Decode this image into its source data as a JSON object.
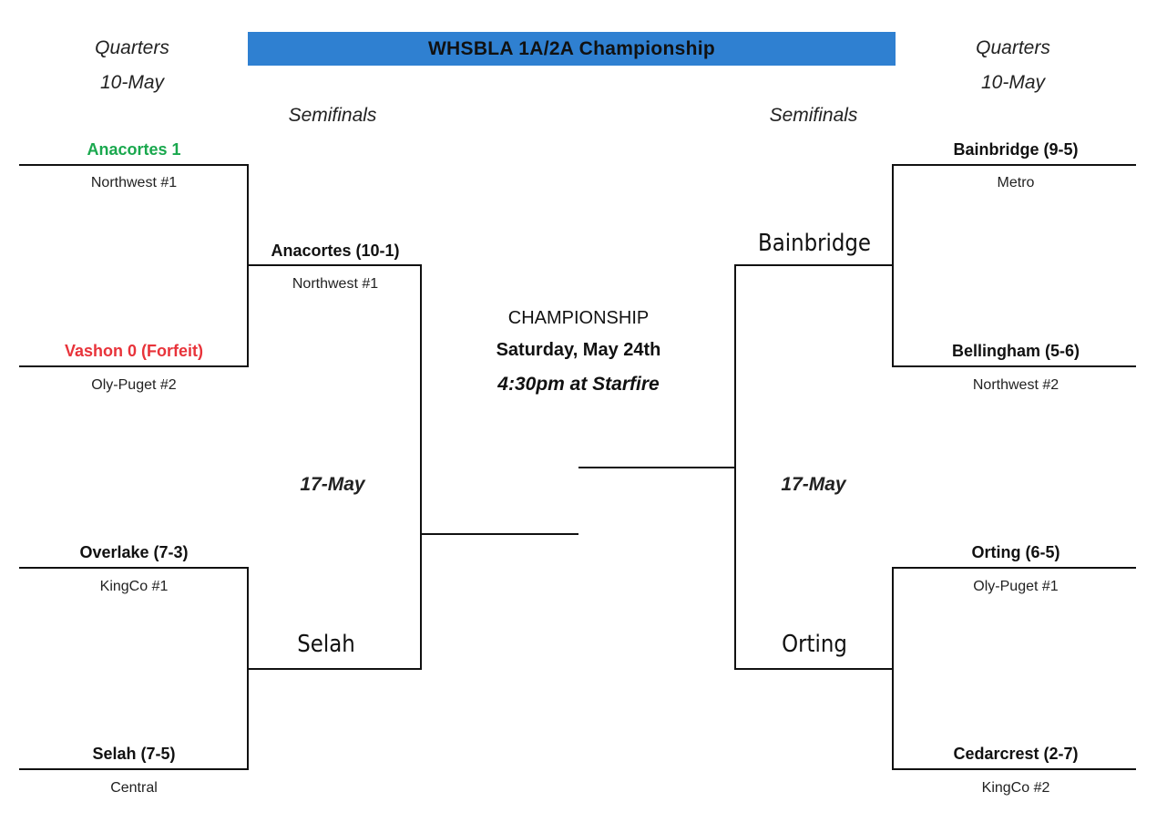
{
  "title": "WHSBLA 1A/2A Championship",
  "colors": {
    "title_bar": "#2f80d1",
    "winner": "#1aa84e",
    "loser": "#e8333a"
  },
  "headers": {
    "left_quarters": "Quarters",
    "left_quarters_date": "10-May",
    "right_quarters": "Quarters",
    "right_quarters_date": "10-May",
    "left_semis": "Semifinals",
    "right_semis": "Semifinals",
    "left_semis_date": "17-May",
    "right_semis_date": "17-May"
  },
  "championship": {
    "label": "CHAMPIONSHIP",
    "date": "Saturday, May 24th",
    "time_place": "4:30pm at Starfire"
  },
  "left": {
    "q1": {
      "team": "Anacortes 1",
      "sub": "Northwest #1"
    },
    "q2": {
      "team": "Vashon 0 (Forfeit)",
      "sub": "Oly-Puget #2"
    },
    "q3": {
      "team": "Overlake (7-3)",
      "sub": "KingCo #1"
    },
    "q4": {
      "team": "Selah (7-5)",
      "sub": "Central"
    },
    "s1": {
      "team": "Anacortes (10-1)",
      "sub": "Northwest #1"
    },
    "s2": {
      "team": "Selah"
    }
  },
  "right": {
    "q1": {
      "team": "Bainbridge (9-5)",
      "sub": "Metro"
    },
    "q2": {
      "team": "Bellingham (5-6)",
      "sub": "Northwest #2"
    },
    "q3": {
      "team": "Orting (6-5)",
      "sub": "Oly-Puget #1"
    },
    "q4": {
      "team": "Cedarcrest (2-7)",
      "sub": "KingCo #2"
    },
    "s1": {
      "team": "Bainbridge"
    },
    "s2": {
      "team": "Orting"
    }
  }
}
